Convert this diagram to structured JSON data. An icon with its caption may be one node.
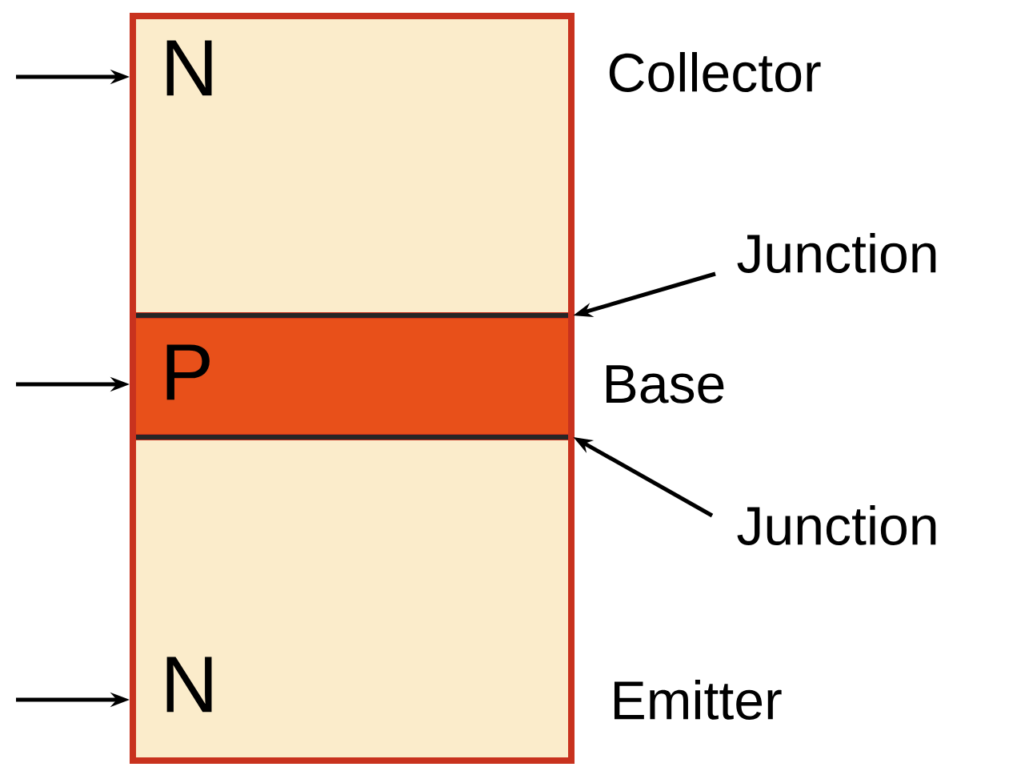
{
  "diagram": {
    "nodes": [
      {
        "text": [
          "N"
        ],
        "beside": [
          "Collector"
        ]
      },
      {
        "text": [
          "P"
        ],
        "beside": [
          "Base"
        ]
      },
      {
        "text": [
          "N"
        ],
        "beside": [
          "Emitter"
        ]
      },
      {
        "text": [
          "Junction"
        ]
      },
      {
        "text": [
          "Junction"
        ]
      },
      {
        "text": [],
        "shape": "bar"
      },
      {
        "text": [],
        "shape": "bar"
      }
    ],
    "edges": [
      {
        "from": null,
        "to": 0,
        "arrow": "to"
      },
      {
        "from": null,
        "to": 1,
        "arrow": "to"
      },
      {
        "from": null,
        "to": 2,
        "arrow": "to"
      },
      {
        "from": 3,
        "to": 5,
        "arrow": "to"
      },
      {
        "from": 4,
        "to": 6,
        "arrow": "to"
      }
    ]
  }
}
